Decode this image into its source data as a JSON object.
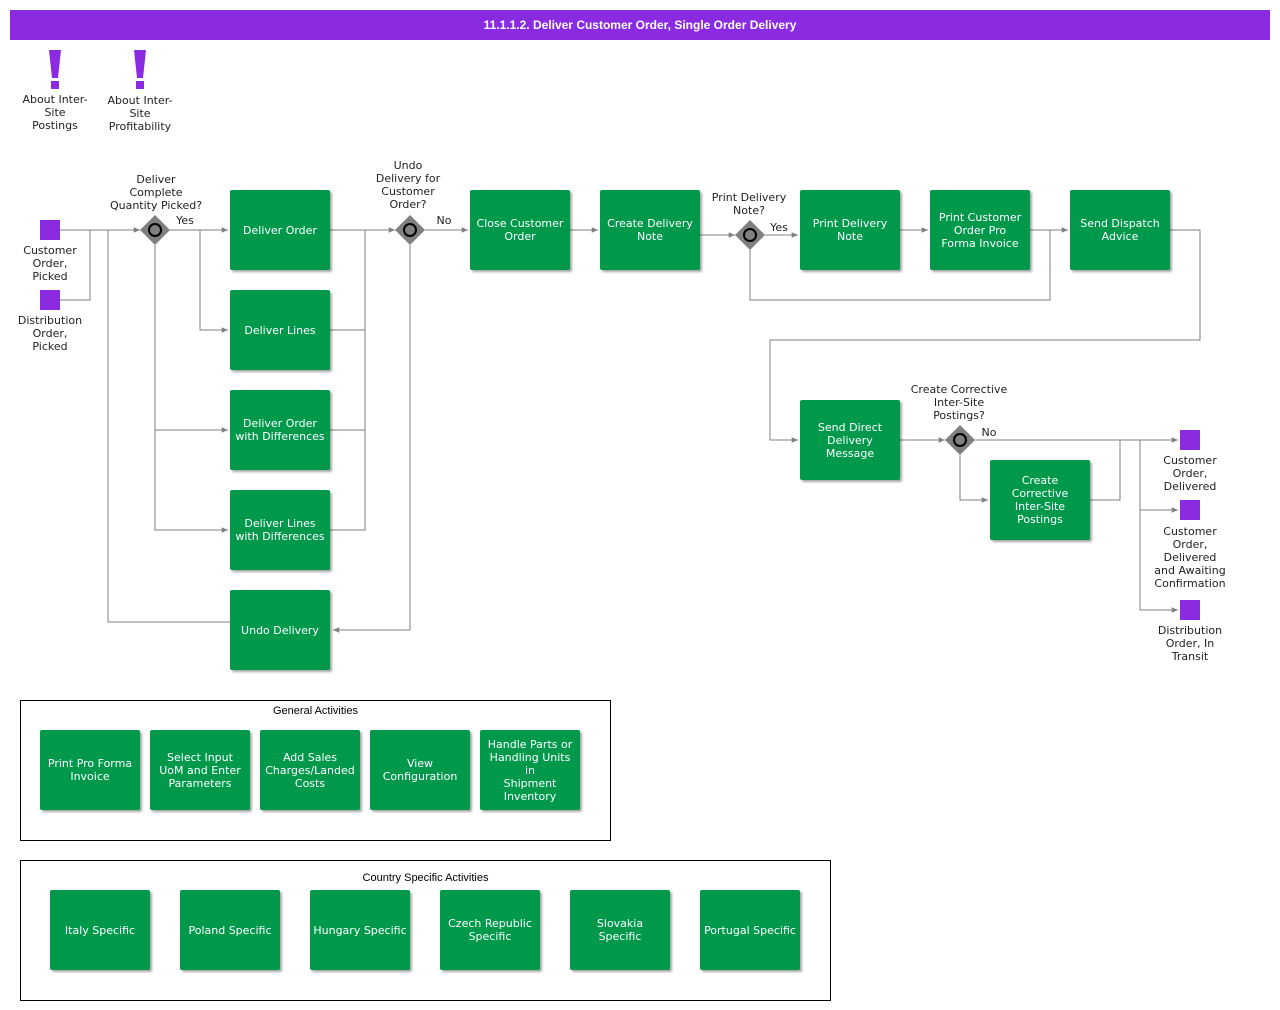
{
  "title": "11.1.1.2. Deliver Customer Order, Single Order Delivery",
  "info_items": [
    {
      "icon": "exclamation-icon",
      "label": "About Inter-\nSite\nPostings"
    },
    {
      "icon": "exclamation-icon",
      "label": "About Inter-\nSite\nProfitability"
    }
  ],
  "events": {
    "customer_order_picked": "Customer\nOrder,\nPicked",
    "distribution_order_picked": "Distribution\nOrder,\nPicked",
    "customer_order_delivered": "Customer\nOrder,\nDelivered",
    "customer_order_delivered_awaiting": "Customer\nOrder,\nDelivered\nand Awaiting\nConfirmation",
    "distribution_order_in_transit": "Distribution\nOrder, In\nTransit"
  },
  "gateways": {
    "deliver_complete": "Deliver\nComplete\nQuantity Picked?",
    "undo_delivery": "Undo\nDelivery for\nCustomer\nOrder?",
    "print_delivery_note": "Print Delivery\nNote?",
    "create_corrective": "Create Corrective\nInter-Site\nPostings?"
  },
  "flow_labels": {
    "yes_deliver": "Yes",
    "no_undo": "No",
    "yes_print": "Yes",
    "no_corrective": "No"
  },
  "activities": {
    "deliver_order": "Deliver Order",
    "deliver_lines": "Deliver Lines",
    "deliver_order_diff": "Deliver Order\nwith Differences",
    "deliver_lines_diff": "Deliver Lines\nwith Differences",
    "undo_delivery": "Undo Delivery",
    "close_customer_order": "Close Customer\nOrder",
    "create_delivery_note": "Create Delivery\nNote",
    "print_delivery_note": "Print Delivery\nNote",
    "print_pro_forma": "Print Customer\nOrder Pro\nForma Invoice",
    "send_dispatch_advice": "Send Dispatch\nAdvice",
    "send_direct_delivery": "Send Direct\nDelivery\nMessage",
    "create_corrective": "Create\nCorrective\nInter-Site\nPostings"
  },
  "general_activities": {
    "title": "General Activities",
    "items": [
      "Print Pro Forma\nInvoice",
      "Select Input\nUoM and Enter\nParameters",
      "Add Sales\nCharges/Landed\nCosts",
      "View\nConfiguration",
      "Handle Parts or\nHandling Units in\nShipment\nInventory"
    ]
  },
  "country_activities": {
    "title": "Country Specific Activities",
    "items": [
      "Italy Specific",
      "Poland Specific",
      "Hungary Specific",
      "Czech Republic\nSpecific",
      "Slovakia\nSpecific",
      "Portugal Specific"
    ]
  },
  "colors": {
    "title_bar": "#8a2be2",
    "activity": "#00994c",
    "event": "#8a2be2",
    "gateway": "#808080",
    "connector": "#808080"
  }
}
